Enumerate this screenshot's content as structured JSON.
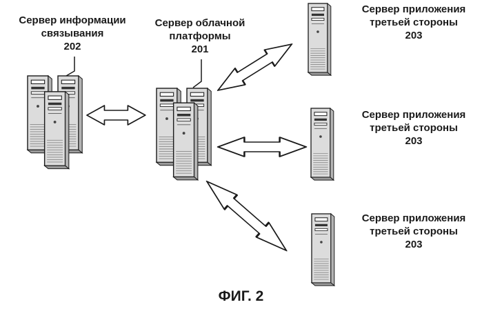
{
  "colors": {
    "ink": "#1a1a1a",
    "server_body": "#dcdcdc",
    "server_side": "#b4b4b4",
    "arrow_fill": "#ffffff"
  },
  "icons": {
    "server": "server-tower-icon",
    "arrow": "double-arrow-icon"
  },
  "nodes": {
    "linking": {
      "line1": "Сервер информации",
      "line2": "связывания",
      "ref": "202"
    },
    "cloud": {
      "line1": "Сервер облачной",
      "line2": "платформы",
      "ref": "201"
    },
    "third_top": {
      "line1": "Сервер приложения",
      "line2": "третьей стороны",
      "ref": "203"
    },
    "third_mid": {
      "line1": "Сервер приложения",
      "line2": "третьей стороны",
      "ref": "203"
    },
    "third_bottom": {
      "line1": "Сервер приложения",
      "line2": "третьей стороны",
      "ref": "203"
    }
  },
  "caption": "ФИГ. 2"
}
